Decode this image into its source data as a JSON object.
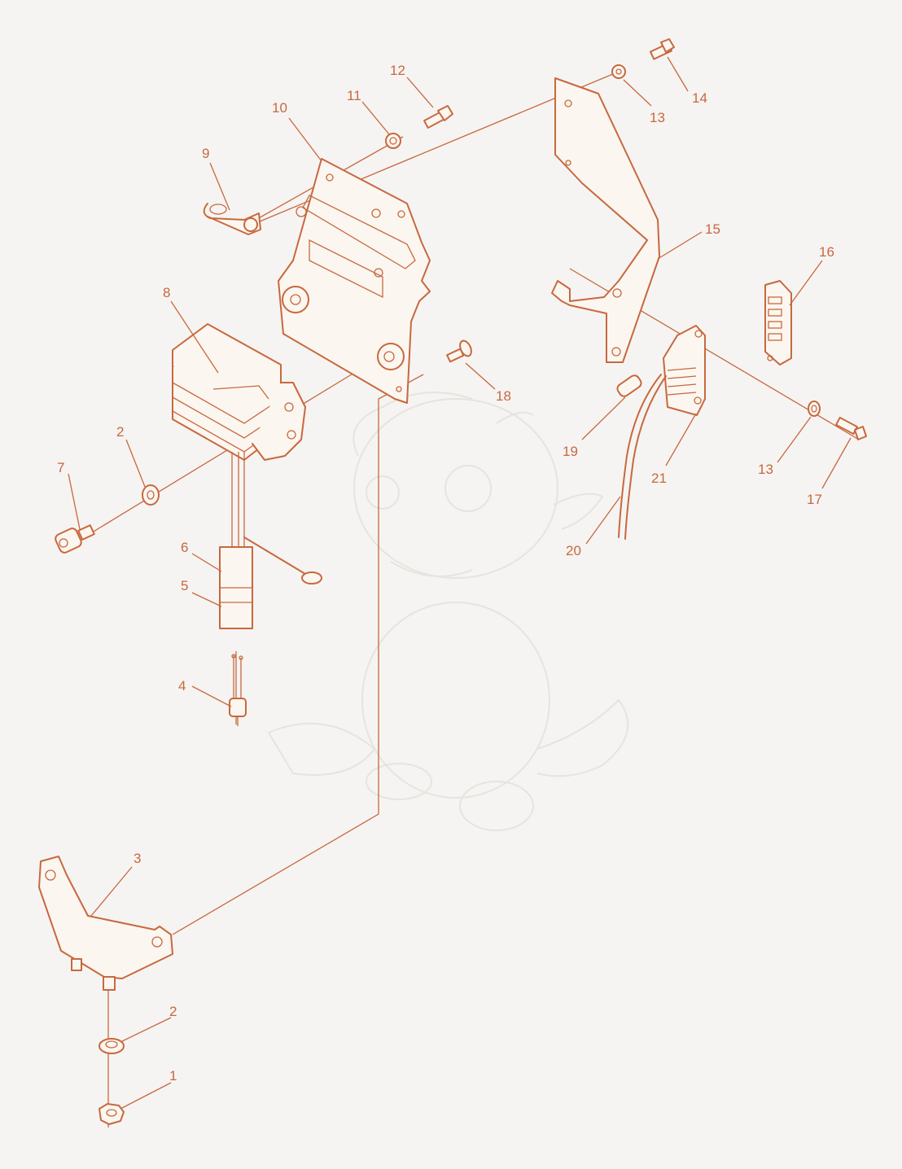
{
  "diagram": {
    "type": "exploded parts diagram",
    "colors": {
      "line": "#c8683e",
      "background": "#f5f4f2",
      "watermark": "#e7e3de"
    },
    "callouts": [
      {
        "id": "c1",
        "text": "1"
      },
      {
        "id": "c2a",
        "text": "2"
      },
      {
        "id": "c2b",
        "text": "2"
      },
      {
        "id": "c3",
        "text": "3"
      },
      {
        "id": "c4",
        "text": "4"
      },
      {
        "id": "c5",
        "text": "5"
      },
      {
        "id": "c6",
        "text": "6"
      },
      {
        "id": "c7",
        "text": "7"
      },
      {
        "id": "c8",
        "text": "8"
      },
      {
        "id": "c9",
        "text": "9"
      },
      {
        "id": "c10",
        "text": "10"
      },
      {
        "id": "c11",
        "text": "11"
      },
      {
        "id": "c12",
        "text": "12"
      },
      {
        "id": "c13a",
        "text": "13"
      },
      {
        "id": "c13b",
        "text": "13"
      },
      {
        "id": "c14",
        "text": "14"
      },
      {
        "id": "c15",
        "text": "15"
      },
      {
        "id": "c16",
        "text": "16"
      },
      {
        "id": "c17",
        "text": "17"
      },
      {
        "id": "c18",
        "text": "18"
      },
      {
        "id": "c19",
        "text": "19"
      },
      {
        "id": "c20",
        "text": "20"
      },
      {
        "id": "c21",
        "text": "21"
      }
    ]
  }
}
